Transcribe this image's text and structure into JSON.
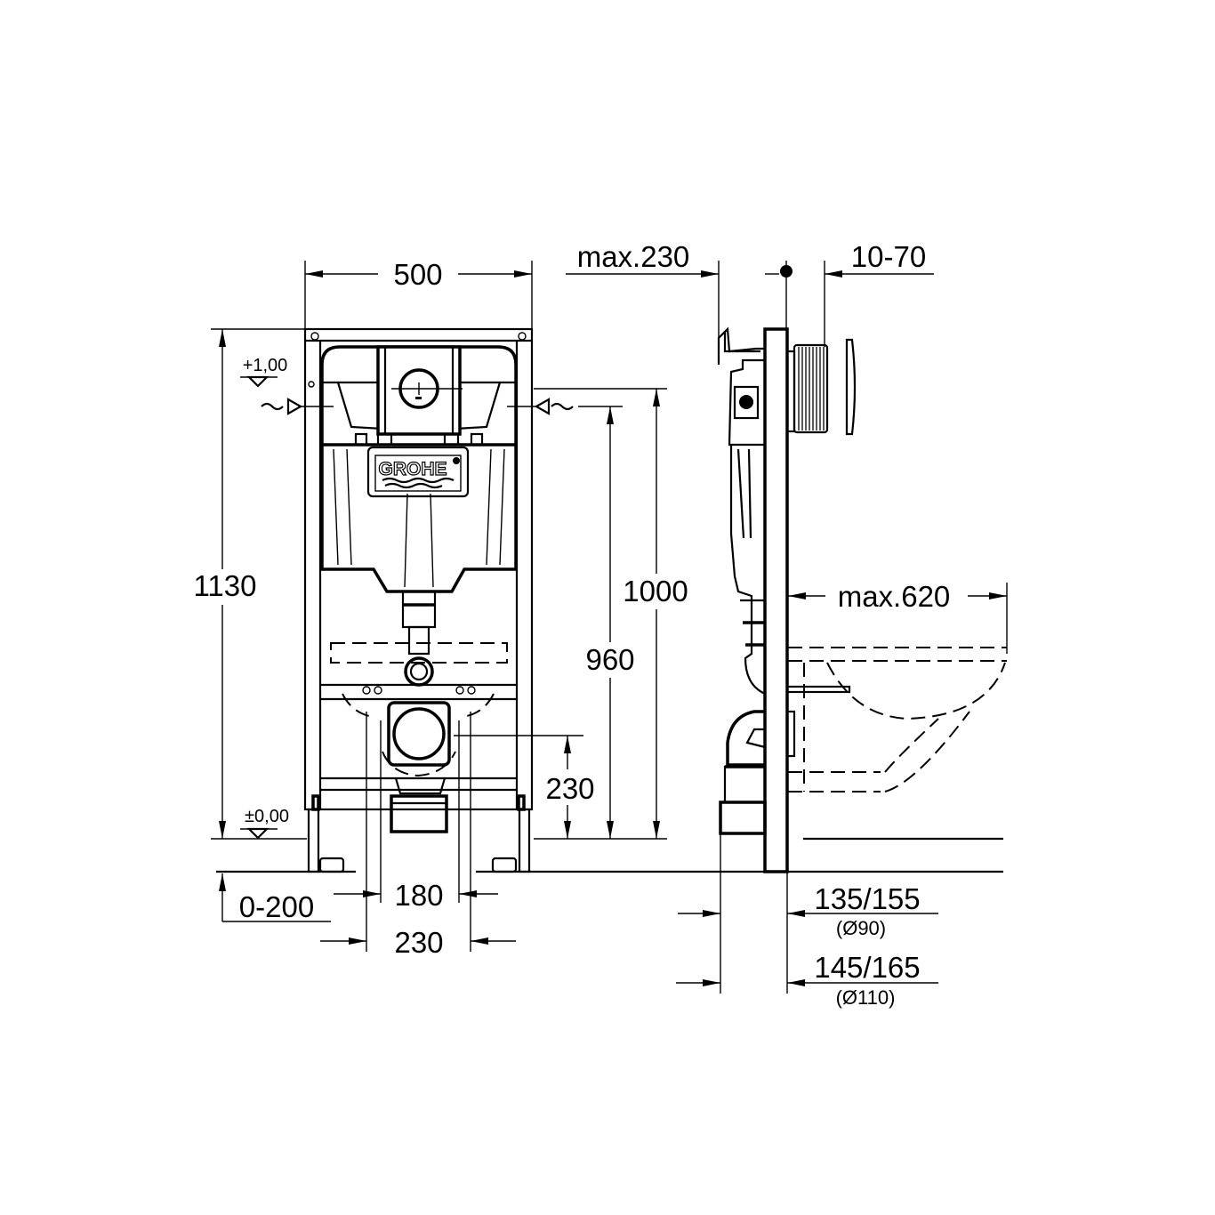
{
  "drawing": {
    "brand_logo": "GROHE",
    "front_view": {
      "width_label": "500",
      "height_label": "1130",
      "level_top_label": "+1,00",
      "level_floor_label": "±0,00",
      "height_1000_label": "1000",
      "height_960_label": "960",
      "drain_height_label": "230",
      "bolt_spacing_label": "180",
      "bolt_spacing_outer_label": "230",
      "floor_adjust_label": "0-200"
    },
    "side_view": {
      "depth_max_label": "max.230",
      "plate_offset_label": "10-70",
      "bowl_projection_label": "max.620",
      "pipe_90_label": "135/155",
      "pipe_90_diameter": "(Ø90)",
      "pipe_110_label": "145/165",
      "pipe_110_diameter": "(Ø110)"
    }
  }
}
